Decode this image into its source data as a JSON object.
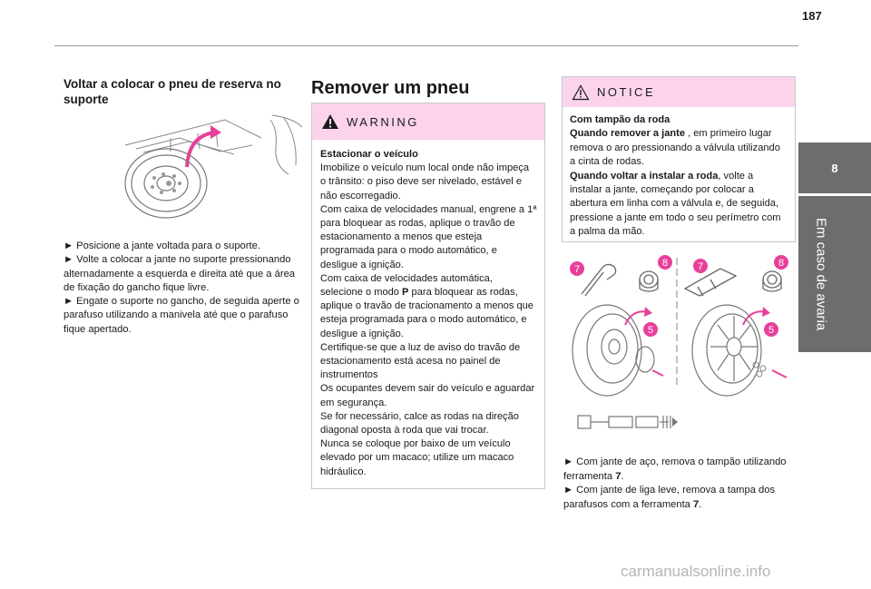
{
  "page": {
    "number": "187",
    "chapter_num": "8",
    "chapter_title": "Em caso de avaria",
    "watermark": "carmanualsonline.info"
  },
  "col1": {
    "heading": "Voltar a colocar o pneu de reserva no suporte",
    "bullet1": "► Posicione a jante voltada para o suporte.",
    "bullet2": "► Volte a colocar a jante no suporte pressionando alternadamente a esquerda e direita até que a área de fixação do gancho fique livre.",
    "bullet3": "► Engate o suporte no gancho, de seguida aperte o parafuso utilizando a manivela até que o parafuso fique apertado."
  },
  "col2": {
    "title": "Remover um pneu",
    "warning_label": "WARNING",
    "warning_heading": "Estacionar o veículo",
    "p1": "Imobilize o veículo num local onde não impeça o trânsito: o piso deve ser nivelado, estável e não escorregadio.",
    "p2a": "Com caixa de velocidades manual, engrene a 1ª para bloquear as rodas, aplique o travão de estacionamento a menos que esteja programada para o modo automático, e desligue a ignição.",
    "p3a": "Com caixa de velocidades automática, selecione o modo ",
    "p3b": "P",
    "p3c": " para bloquear as rodas, aplique o travão de tracionamento a menos que esteja programada para o modo automático, e desligue a ignição.",
    "p4": "Certifique-se que a luz de aviso do travão de estacionamento está acesa no painel de instrumentos",
    "p5": "Os ocupantes devem sair do veículo e aguardar em segurança.",
    "p6": "Se for necessário, calce as rodas na direção diagonal oposta à roda que vai trocar.",
    "p7": "Nunca se coloque por baixo de um veículo elevado por um macaco; utilize um macaco hidráulico."
  },
  "col3": {
    "notice_label": "NOTICE",
    "notice_heading": "Com tampão da roda",
    "n1a": "Quando remover a jante",
    "n1b": " , em primeiro lugar remova o aro pressionando a válvula utilizando a cinta de rodas.",
    "n2a": "Quando voltar a instalar a roda",
    "n2b": ", volte a instalar a jante, começando por colocar a abertura em linha com a válvula e, de seguida, pressione a jante em todo o seu perímetro com a palma da mão.",
    "callout7": "7",
    "callout8": "8",
    "callout5": "5",
    "b1a": "► Com jante de aço, remova o tampão utilizando ferramenta ",
    "b1b": "7",
    "b1c": ".",
    "b2a": "► Com jante de liga leve, remova a tampa dos parafusos com a ferramenta ",
    "b2b": "7",
    "b2c": "."
  },
  "colors": {
    "pink": "#fbd4ec",
    "callout": "#e8409a",
    "tab": "#6d6d6d"
  }
}
